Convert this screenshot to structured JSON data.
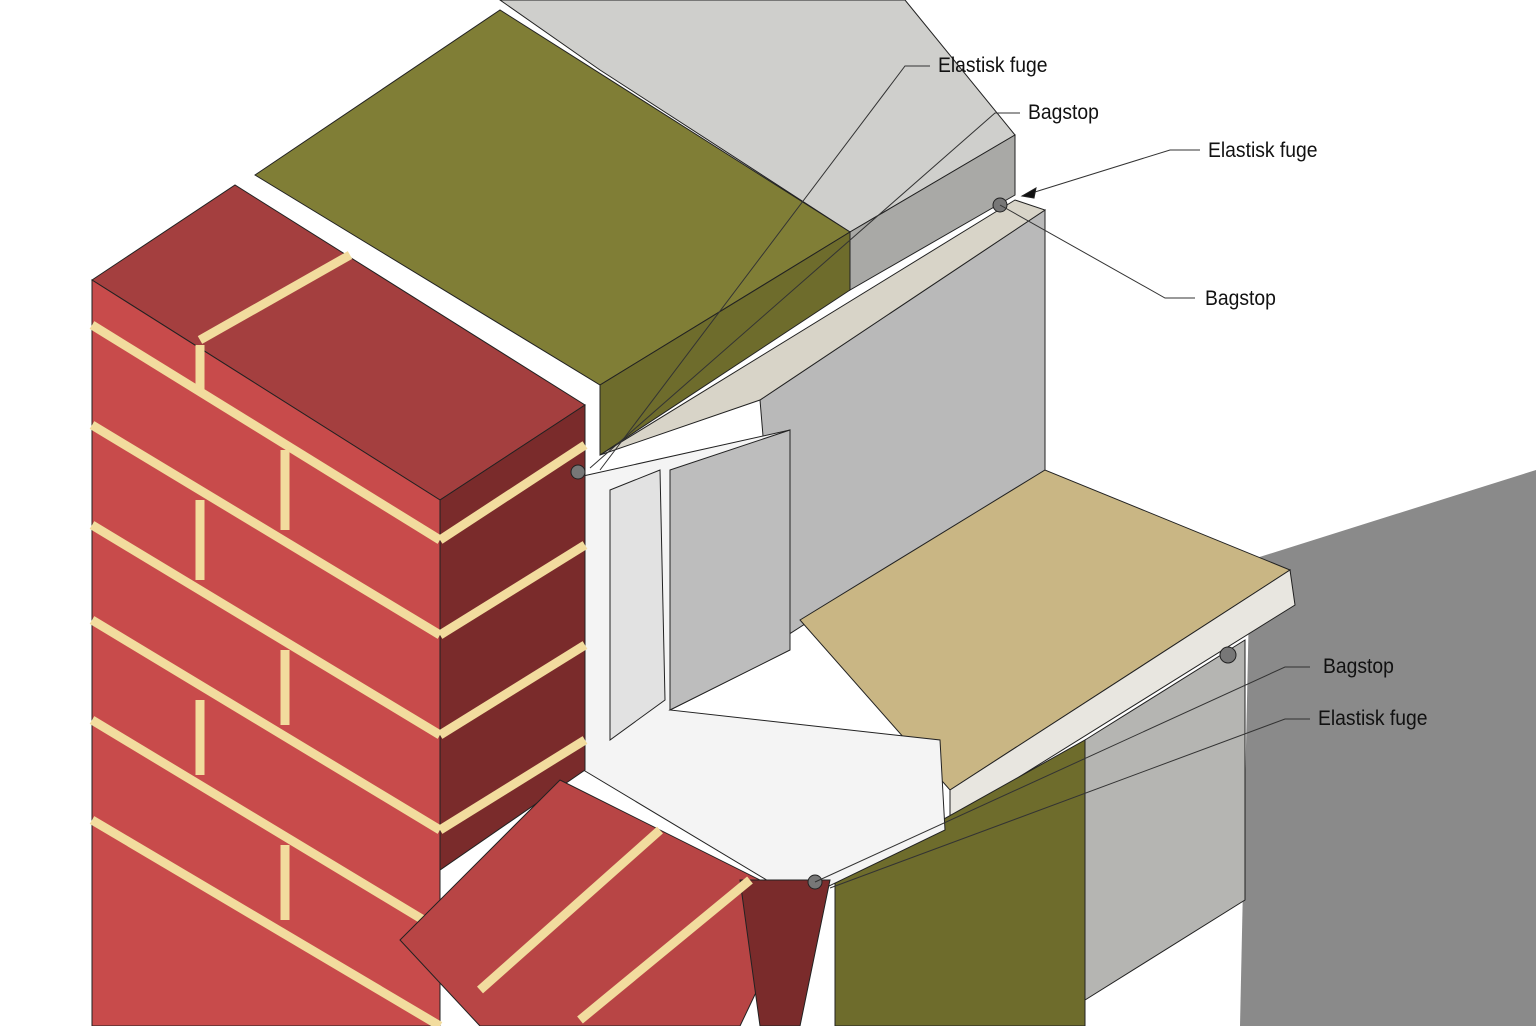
{
  "labels": [
    {
      "id": "elastisk-fuge-top",
      "text": "Elastisk fuge"
    },
    {
      "id": "bagstop-top",
      "text": "Bagstop"
    },
    {
      "id": "elastisk-fuge-right",
      "text": "Elastisk fuge"
    },
    {
      "id": "bagstop-right",
      "text": "Bagstop"
    },
    {
      "id": "bagstop-bottom",
      "text": "Bagstop"
    },
    {
      "id": "elastisk-fuge-bottom",
      "text": "Elastisk fuge"
    }
  ],
  "colors": {
    "brick": "#c84b4b",
    "brick_top": "#a43f3f",
    "brick_side": "#7a2b2b",
    "mortar": "#f2dc9e",
    "insulation": "#7f7d34",
    "concrete": "#c9c9c6",
    "frame": "#f4f4f4",
    "wall_panel": "#b8b8b8",
    "sill": "#c9b684",
    "shadow": "#8a8a8a"
  }
}
